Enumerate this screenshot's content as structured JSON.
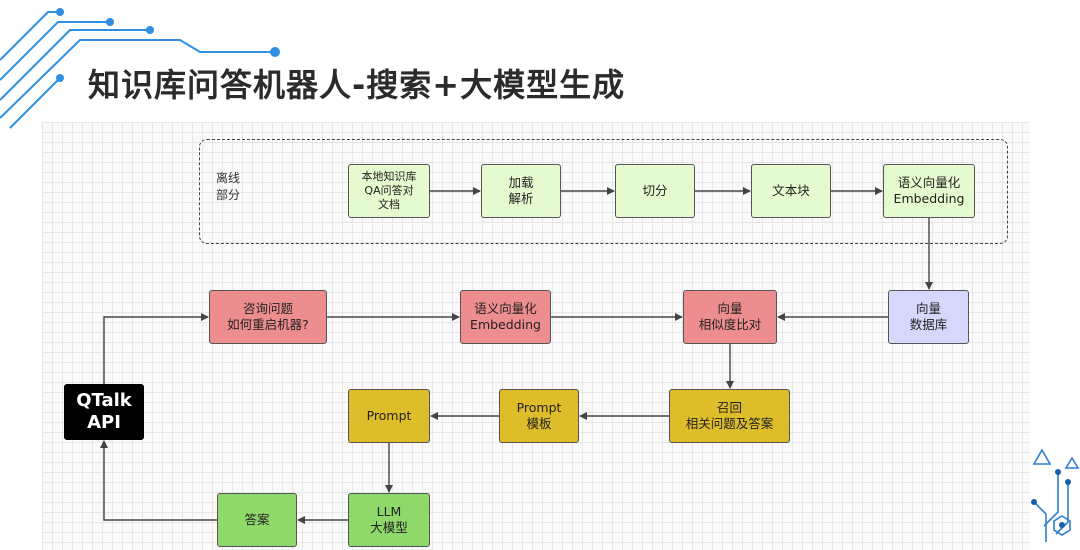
{
  "header": {
    "title": "知识库问答机器人-搜索+大模型生成"
  },
  "offline": {
    "label": "离线\n部分"
  },
  "nodes": {
    "local_kb": "本地知识库\nQA问答对\n文档",
    "load_parse": "加载\n解析",
    "split": "切分",
    "text_block": "文本块",
    "embed_offline": "语义向量化\nEmbedding",
    "vector_db": "向量\n数据库",
    "question": "咨询问题\n如何重启机器?",
    "embed_online": "语义向量化\nEmbedding",
    "similarity": "向量\n相似度比对",
    "recall": "召回\n相关问题及答案",
    "prompt_template": "Prompt\n模板",
    "prompt": "Prompt",
    "llm": "LLM\n大模型",
    "answer": "答案",
    "qtalk": "QTalk\nAPI"
  },
  "colors": {
    "light_green": "#e6fad0",
    "red": "#ee8d8f",
    "blue": "#d5d8fb",
    "yellow": "#ddbd2a",
    "green": "#8fd96a",
    "black": "#000000",
    "accent_blue": "#1e88e5"
  }
}
